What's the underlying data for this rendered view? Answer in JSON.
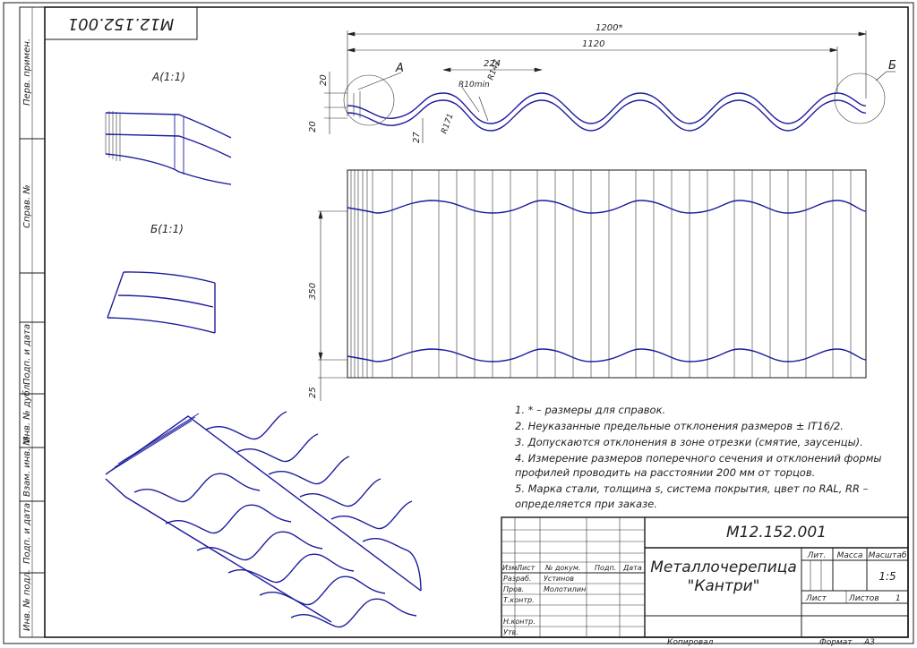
{
  "header_stamp": {
    "code_rotated": "M12.152.001"
  },
  "side_labels": {
    "perv_primen": "Перв. примен.",
    "sprav_no": "Справ. №",
    "podp_data_1": "Подп. и дата",
    "inv_dubl": "Инв. № дубл.",
    "vzam_inv": "Взам. инв. №",
    "podp_data_2": "Подп. и дата",
    "inv_podl": "Инв. № подл."
  },
  "views": {
    "view_a": "A(1:1)",
    "view_b": "Б(1:1)",
    "callout_a": "A",
    "callout_b": "Б"
  },
  "dimensions": {
    "total_width": "1200*",
    "working_width": "1120",
    "wave_step": "224",
    "r_min": "R10min",
    "r_wave": "R147",
    "r_bottom": "R171",
    "d20a": "20",
    "d20b": "20",
    "d27": "27",
    "d350": "350",
    "d25": "25"
  },
  "notes": [
    "1.  * – размеры для справок.",
    "2. Неуказанные предельные отклонения размеров ± IT16/2.",
    "3. Допускаются отклонения в зоне отрезки (смятие, заусенцы).",
    "4. Измерение размеров поперечного сечения и отклонений формы",
    "профилей проводить на расстоянии 200 мм от торцов.",
    "5. Марка стали, толщина s, система покрытия, цвет по RAL, RR –",
    "определяется  при заказе."
  ],
  "title_block": {
    "doc_code": "M12.152.001",
    "name_line1": "Металлочерепица",
    "name_line2": "\"Кантри\"",
    "lit": "Лит.",
    "massa": "Масса",
    "masshtab": "Масштаб",
    "scale_value": "1:5",
    "list": "Лист",
    "listov": "Листов",
    "listov_value": "1",
    "col_izm": "Изм.",
    "col_list": "Лист",
    "col_doc": "№ докум.",
    "col_podp": "Подп.",
    "col_data": "Дата",
    "row_razrab": "Разраб.",
    "row_razrab_name": "Устинов",
    "row_prov": "Пров.",
    "row_prov_name": "Молотилин",
    "row_tkontr": "Т.контр.",
    "row_nkontr": "Н.контр.",
    "row_utv": "Утв.",
    "kopiroval": "Копировал",
    "format": "Формат",
    "format_value": "A3"
  }
}
